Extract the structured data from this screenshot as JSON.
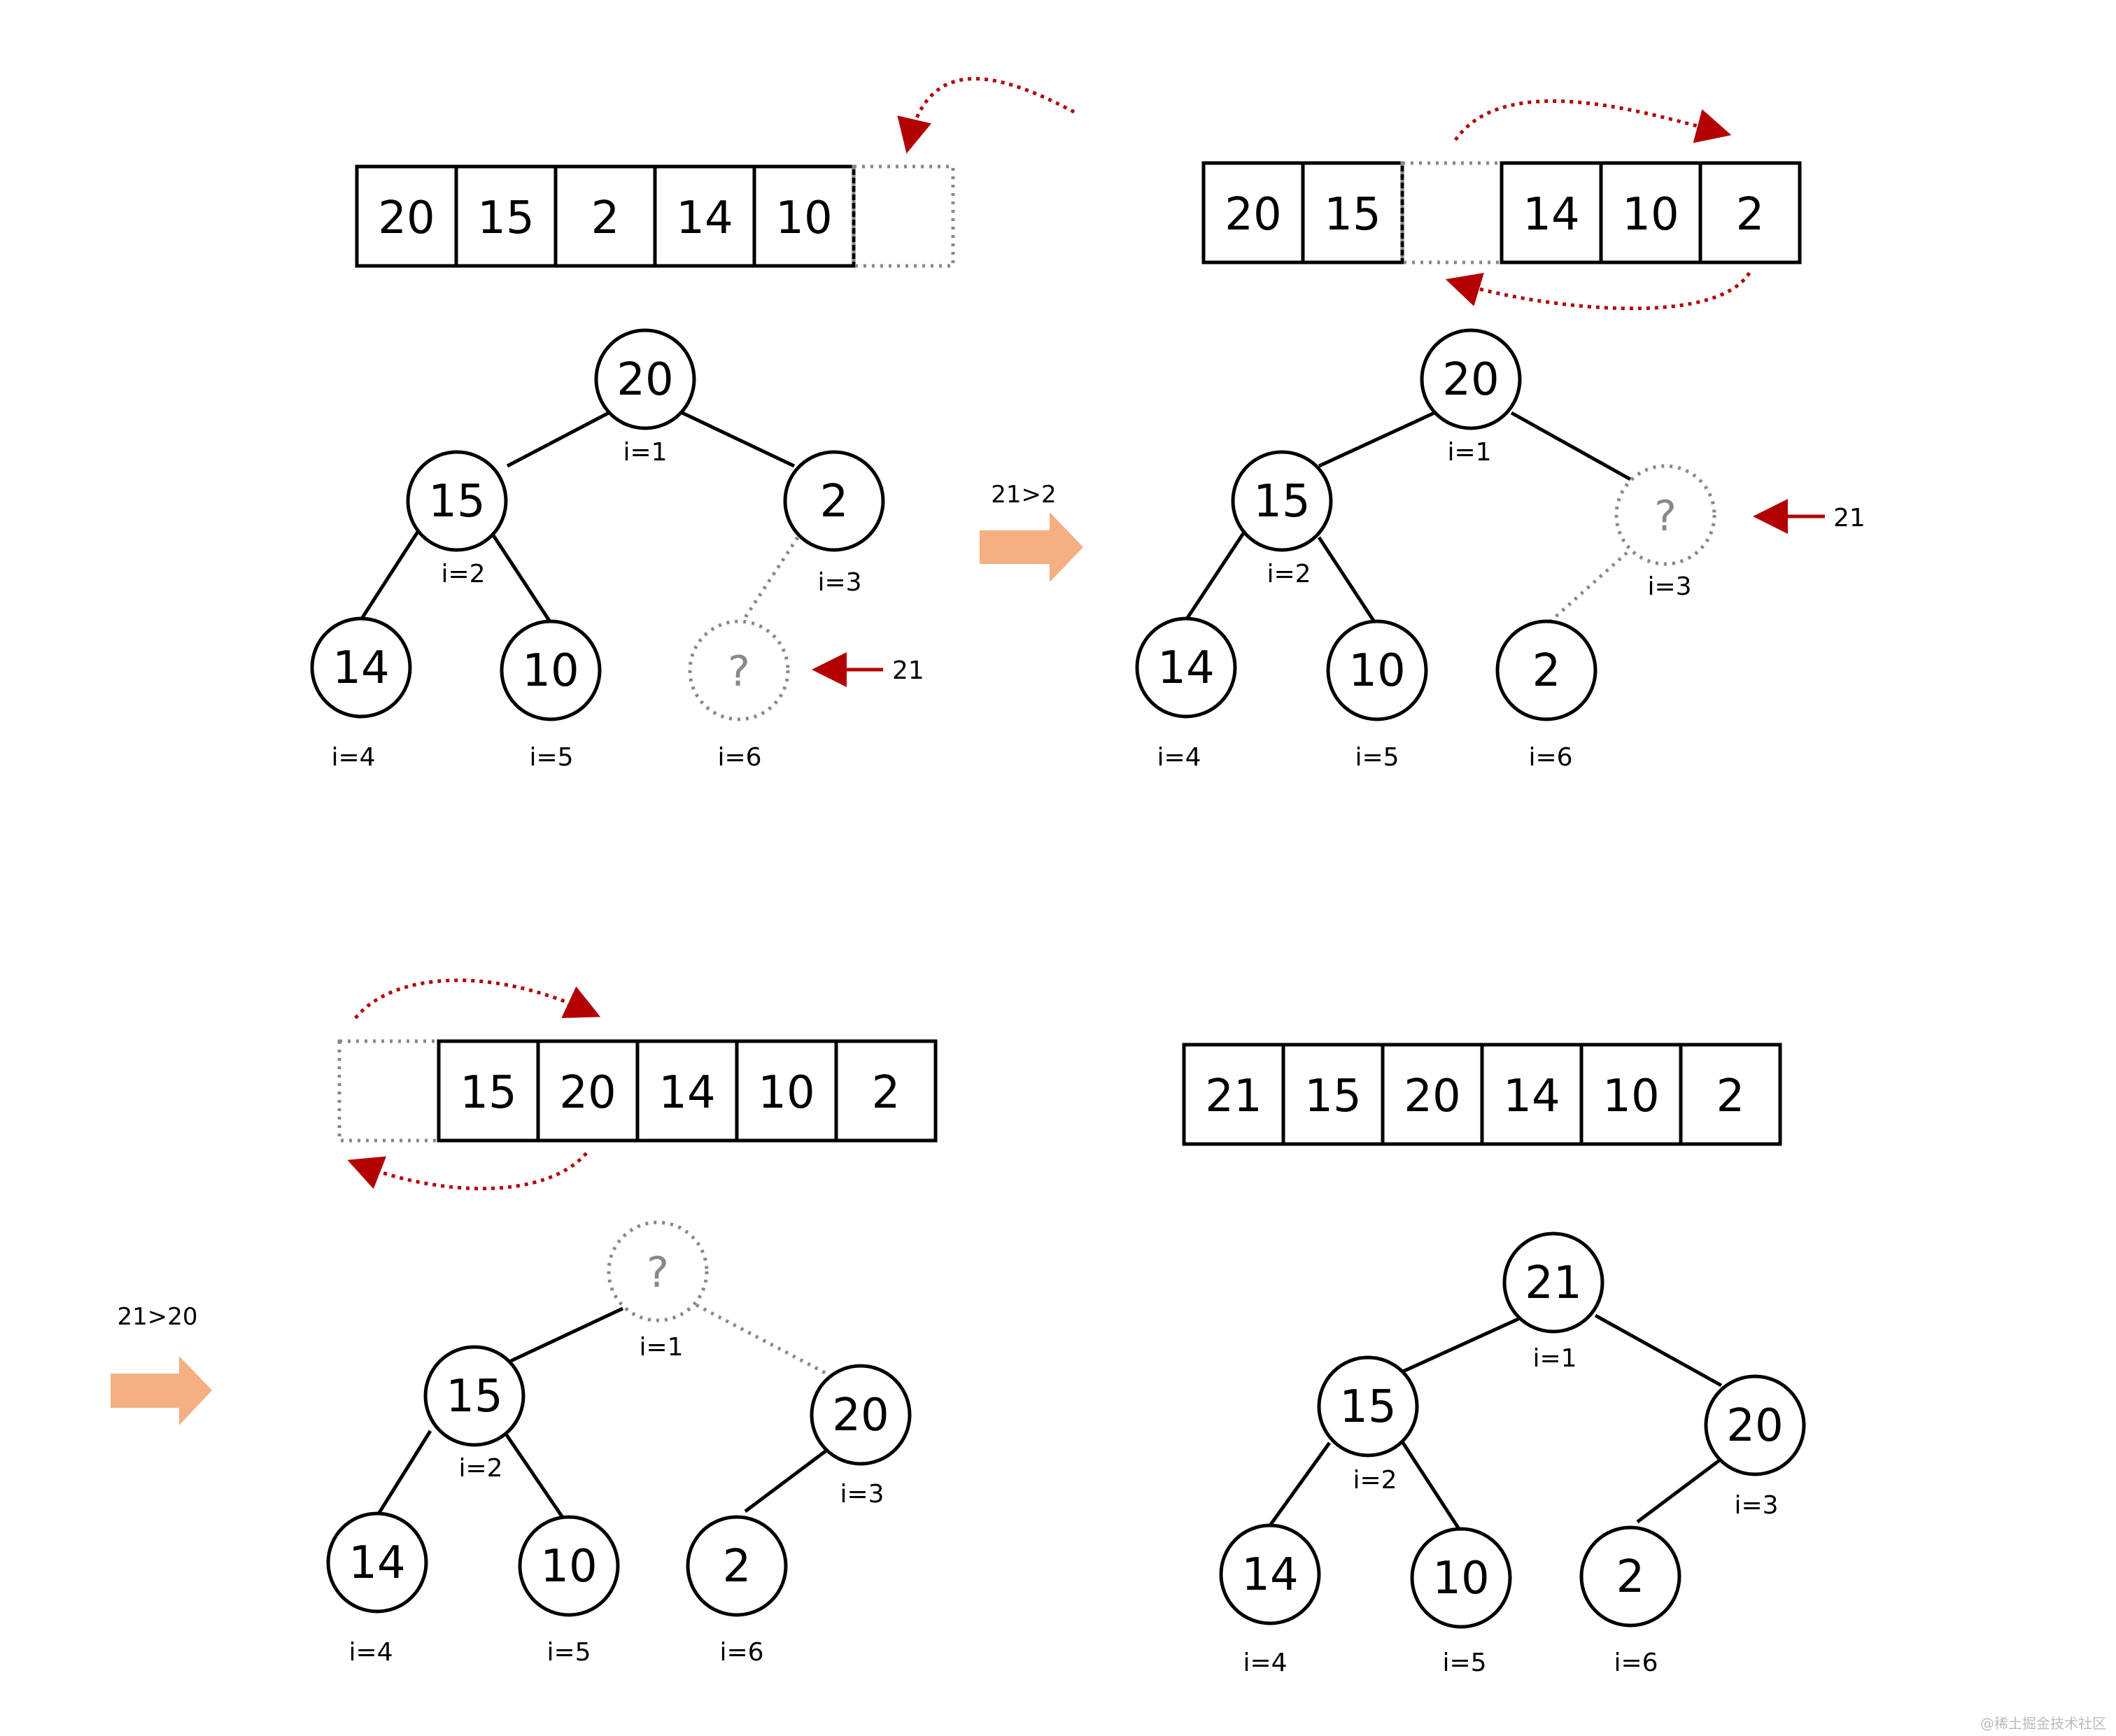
{
  "colors": {
    "outline": "#000000",
    "placeholder": "#888888",
    "move_arrow": "#b30000",
    "step_arrow": "#f4af82"
  },
  "panels": [
    {
      "array": [
        "20",
        "15",
        "2",
        "14",
        "10",
        ""
      ],
      "nodes": [
        "20",
        "15",
        "2",
        "14",
        "10",
        "?"
      ],
      "indices": [
        "i=1",
        "i=2",
        "i=3",
        "i=4",
        "i=5",
        "i=6"
      ],
      "insert_label": "21"
    },
    {
      "array": [
        "20",
        "15",
        "",
        "14",
        "10",
        "2"
      ],
      "nodes": [
        "20",
        "15",
        "?",
        "14",
        "10",
        "2"
      ],
      "indices": [
        "i=1",
        "i=2",
        "i=3",
        "i=4",
        "i=5",
        "i=6"
      ],
      "insert_label": "21"
    },
    {
      "array": [
        "",
        "15",
        "20",
        "14",
        "10",
        "2"
      ],
      "nodes": [
        "?",
        "15",
        "20",
        "14",
        "10",
        "2"
      ],
      "indices": [
        "i=1",
        "i=2",
        "i=3",
        "i=4",
        "i=5",
        "i=6"
      ]
    },
    {
      "array": [
        "21",
        "15",
        "20",
        "14",
        "10",
        "2"
      ],
      "nodes": [
        "21",
        "15",
        "20",
        "14",
        "10",
        "2"
      ],
      "indices": [
        "i=1",
        "i=2",
        "i=3",
        "i=4",
        "i=5",
        "i=6"
      ]
    }
  ],
  "steps": [
    {
      "label": "21>2"
    },
    {
      "label": "21>20"
    }
  ],
  "watermark": "@稀土掘金技术社区"
}
